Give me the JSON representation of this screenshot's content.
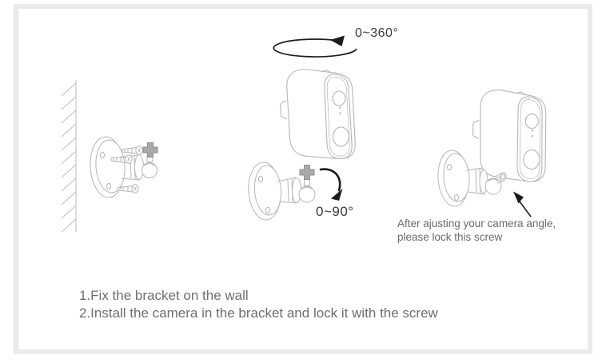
{
  "illustration": {
    "rotation_range_label": "0~360°",
    "tilt_range_label": "0~90°",
    "screw_note": {
      "line1": "After ajusting your camera angle,",
      "line2": "please lock this screw"
    },
    "steps": [
      "1.Fix the bracket on the wall",
      "2.Install the camera in the bracket and lock it with the screw"
    ],
    "icons": {
      "rotation_arrow": "elliptical-pan-rotation-arrow",
      "tilt_arrow": "curved-tilt-down-arrow",
      "screw_pointer": "diagonal-pointer-arrow"
    }
  },
  "colors": {
    "frame_border": "#ebebeb",
    "line_art": "#b5b5b5",
    "thumbscrew_fill": "#a9a9a9",
    "arrow_dark": "#1c1c1c",
    "label_dark": "#3b3b3b",
    "text_gray": "#6e6e6e"
  }
}
